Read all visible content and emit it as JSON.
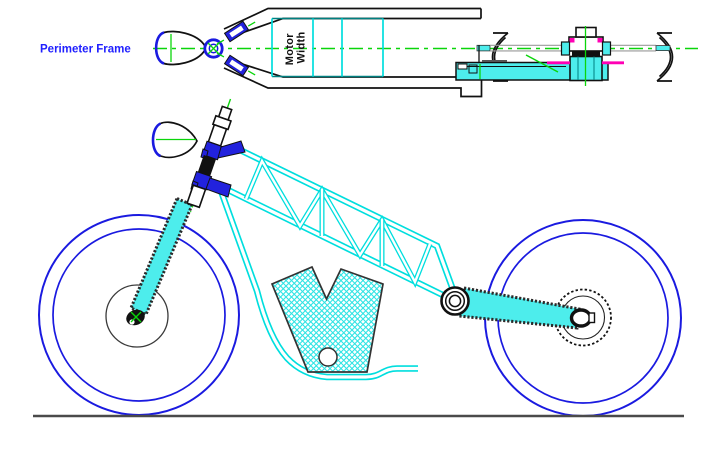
{
  "drawing": {
    "labels": {
      "perimeter_frame": "Perimeter Frame",
      "motor_line1": "Motor",
      "motor_line2": "Width"
    },
    "colors": {
      "cyan": "#00dede",
      "cyan_fill": "#4dedec",
      "blue": "#1a1ae0",
      "clamp_blue": "#2222dd",
      "green": "#0ad50a",
      "magenta": "#ff00b4",
      "teal": "#008080",
      "ink": "#111111",
      "gray": "#999999",
      "ground": "#4a4a4a",
      "label_blue": "#2020ff"
    }
  }
}
